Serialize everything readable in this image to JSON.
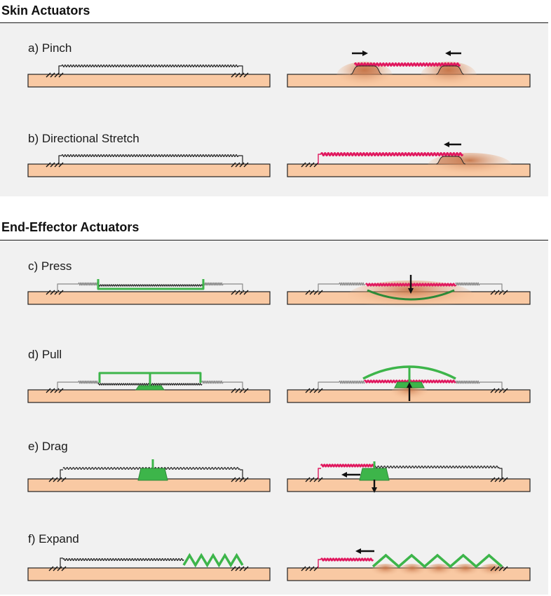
{
  "sections": {
    "skin": {
      "title": "Skin Actuators"
    },
    "end_effector": {
      "title": "End-Effector Actuators"
    }
  },
  "panels": {
    "a": {
      "label": "a) Pinch"
    },
    "b": {
      "label": "b) Directional Stretch"
    },
    "c": {
      "label": "c) Press"
    },
    "d": {
      "label": "d) Pull"
    },
    "e": {
      "label": "e) Drag"
    },
    "f": {
      "label": "f) Expand"
    }
  },
  "colors": {
    "skin": "#f9c9a3",
    "skin_edge": "#222222",
    "deform": "#c77548",
    "active_spring": "#e0195f",
    "passive_spring": "#222222",
    "gray_spring": "#8a8a8a",
    "effector": "#3db54a",
    "effector_dark": "#2d8a38",
    "panel_bg": "#f1f1f1",
    "arrow": "#111111"
  }
}
